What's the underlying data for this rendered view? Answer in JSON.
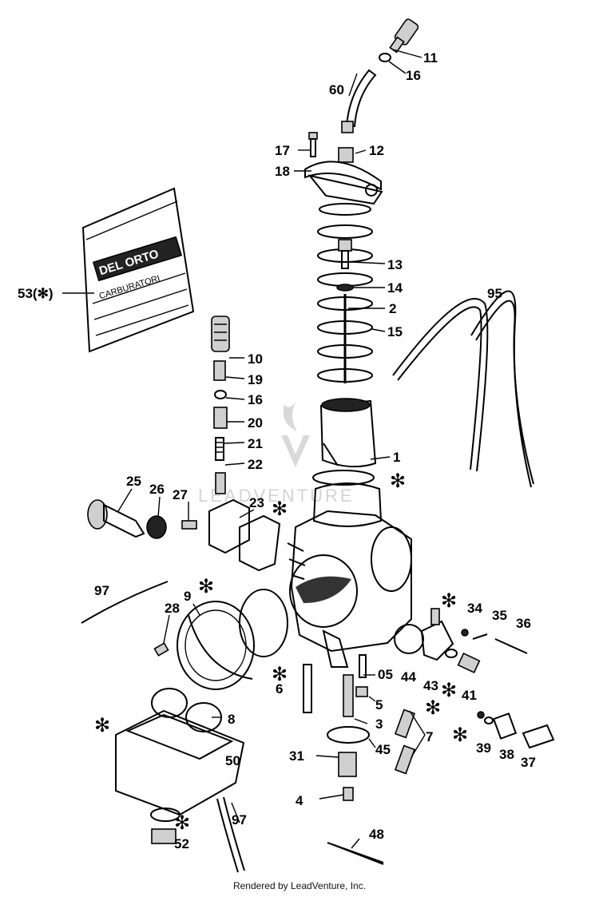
{
  "footer": "Rendered by LeadVenture, Inc.",
  "watermark": "LEADVENTURE",
  "bag_label_top": "DEL ORTO",
  "bag_label_bottom": "CARBURATORI",
  "star": "✻",
  "labels": {
    "l11": "11",
    "l16a": "16",
    "l60": "60",
    "l17": "17",
    "l12": "12",
    "l18": "18",
    "l13": "13",
    "l14": "14",
    "l2": "2",
    "l15": "15",
    "l95": "95",
    "l53": "53(✻)",
    "l10": "10",
    "l19": "19",
    "l16b": "16",
    "l20": "20",
    "l21": "21",
    "l22": "22",
    "l1": "1",
    "l25": "25",
    "l26": "26",
    "l27": "27",
    "l23": "23",
    "l97a": "97",
    "l9": "9",
    "l28": "28",
    "l34": "34",
    "l35": "35",
    "l36": "36",
    "l05": "05",
    "l44": "44",
    "l43": "43",
    "l41": "41",
    "l6": "6",
    "l5": "5",
    "l8": "8",
    "l3": "3",
    "l7": "7",
    "l31": "31",
    "l45": "45",
    "l39": "39",
    "l38": "38",
    "l37": "37",
    "l50": "50",
    "l4": "4",
    "l97b": "97",
    "l52": "52",
    "l48": "48"
  }
}
